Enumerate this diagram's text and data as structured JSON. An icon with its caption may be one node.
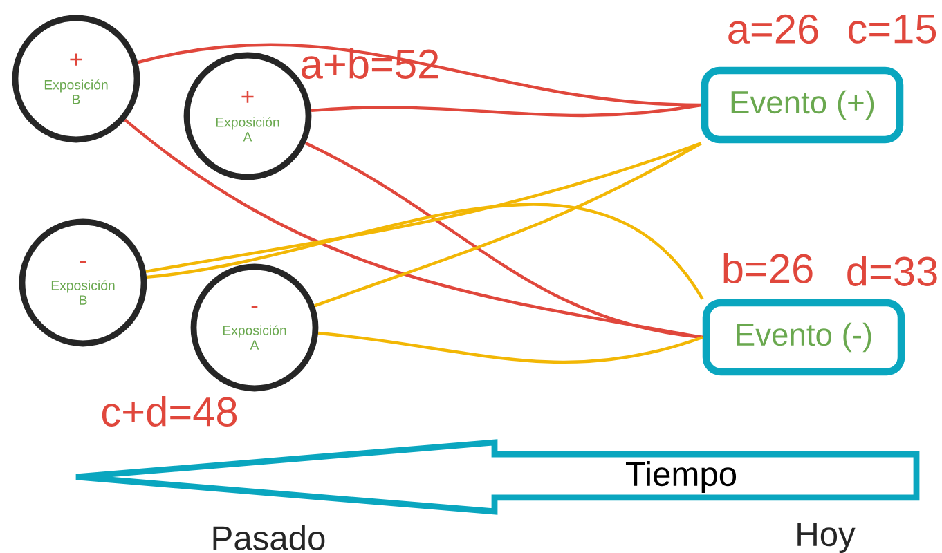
{
  "diagram": {
    "nodes": [
      {
        "text": [
          "+",
          "Exposición B"
        ]
      },
      {
        "text": [
          "+",
          "Exposición A"
        ]
      },
      {
        "text": [
          "-",
          "Exposición B"
        ]
      },
      {
        "text": [
          "-",
          "Exposición A"
        ]
      },
      {
        "text": [
          "Evento (+)"
        ]
      },
      {
        "text": [
          "Evento (-)"
        ]
      },
      {
        "text": [
          "Tiempo"
        ]
      }
    ],
    "edges": [
      {
        "from": 0,
        "to": 4,
        "arrow": "none",
        "color": "#e0473c"
      },
      {
        "from": 0,
        "to": 5,
        "arrow": "none",
        "color": "#e0473c"
      },
      {
        "from": 1,
        "to": 4,
        "arrow": "none",
        "color": "#e0473c"
      },
      {
        "from": 1,
        "to": 5,
        "arrow": "none",
        "color": "#e0473c"
      },
      {
        "from": 2,
        "to": 4,
        "arrow": "none",
        "color": "#f2b705"
      },
      {
        "from": 2,
        "to": 5,
        "arrow": "none",
        "color": "#f2b705"
      },
      {
        "from": 3,
        "to": 4,
        "arrow": "none",
        "color": "#f2b705"
      },
      {
        "from": 3,
        "to": 5,
        "arrow": "none",
        "color": "#f2b705"
      }
    ],
    "labels": [
      "a=26",
      "c=15",
      "a+b=52",
      "b=26",
      "d=33",
      "c+d=48",
      "Pasado",
      "Hoy"
    ]
  }
}
